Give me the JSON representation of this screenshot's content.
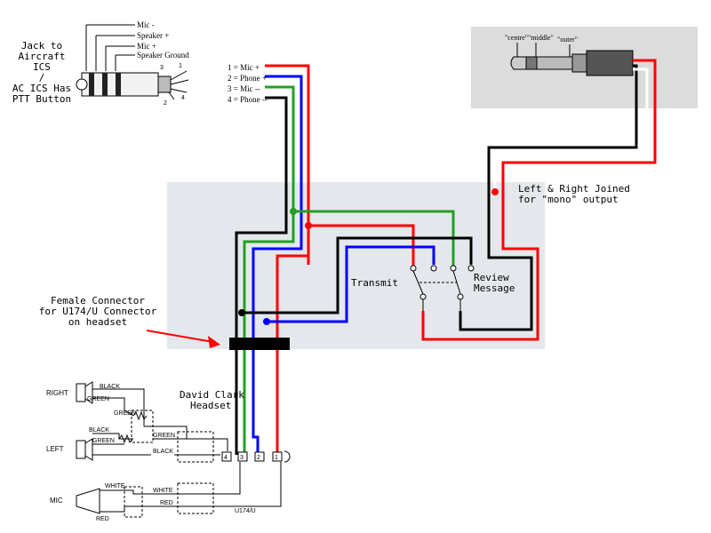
{
  "ics_jack": {
    "title_lines": [
      "Jack to",
      "Aircraft",
      "ICS",
      "/",
      "AC ICS Has",
      "PTT Button"
    ],
    "labels": [
      "Mic -",
      "Speaker +",
      "Mic +",
      "Speaker Ground"
    ],
    "pin_numbers": [
      "1",
      "2",
      "3",
      "4"
    ]
  },
  "pin_legend": [
    "1 = Mic +",
    "2 = Phone +",
    "3 = Mic --",
    "4 = Phone --"
  ],
  "phone_plug": {
    "labels": [
      "\"centre\"",
      "\"middle\"",
      "\"outer\""
    ]
  },
  "annotations": {
    "lr_joined": [
      "Left & Right Joined",
      "for \"mono\" output"
    ],
    "transmit": "Transmit",
    "review": [
      "Review",
      "Message"
    ],
    "female_connector": [
      "Female Connector",
      "for U174/U Connector",
      "on headset"
    ],
    "headset": [
      "David Clark",
      "Headset"
    ]
  },
  "headset_schematic": {
    "right_label": "RIGHT",
    "left_label": "LEFT",
    "mic_label": "MIC",
    "wires": [
      "BLACK",
      "GREEN",
      "GREEN",
      "BLACK",
      "GREEN",
      "GREEN",
      "BLACK",
      "WHITE",
      "WHITE",
      "RED",
      "RED"
    ],
    "terminals": [
      "4",
      "3",
      "2",
      "1"
    ],
    "connector_name": "U174/U"
  },
  "colors": {
    "red": "#ff0000",
    "blue": "#0000ff",
    "green": "#22a022",
    "black": "#000000",
    "panel": "#e4e8ec",
    "plug_panel": "#dcdcdc",
    "arrow": "#ff0000"
  }
}
